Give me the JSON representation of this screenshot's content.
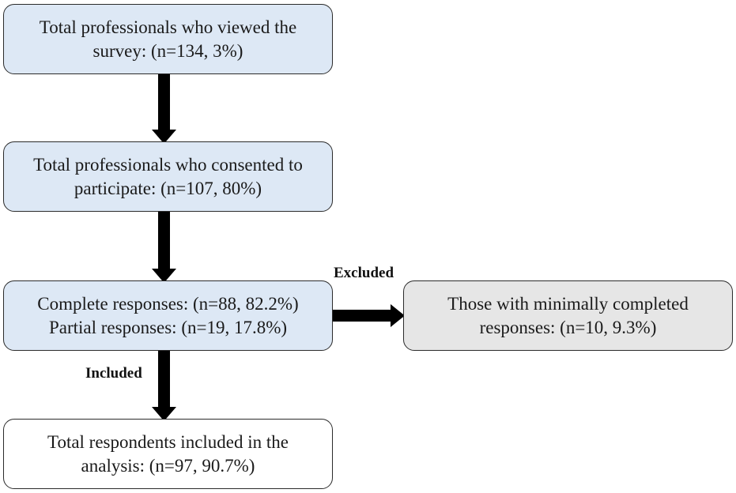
{
  "boxes": {
    "viewed": {
      "line1": "Total professionals who viewed the",
      "line2": "survey: (n=134, 3%)"
    },
    "consented": {
      "line1": "Total professionals who consented to",
      "line2": "participate: (n=107, 80%)"
    },
    "responses": {
      "line1": "Complete responses: (n=88, 82.2%)",
      "line2": "Partial responses: (n=19, 17.8%)"
    },
    "excluded": {
      "line1": "Those with minimally completed",
      "line2": "responses: (n=10, 9.3%)"
    },
    "included": {
      "line1": "Total respondents included in the",
      "line2": "analysis: (n=97, 90.7%)"
    }
  },
  "labels": {
    "excluded": "Excluded",
    "included": "Included"
  },
  "colors": {
    "box_blue": "#dde8f5",
    "box_grey": "#e6e6e6",
    "box_white": "#ffffff",
    "arrow": "#000000"
  }
}
